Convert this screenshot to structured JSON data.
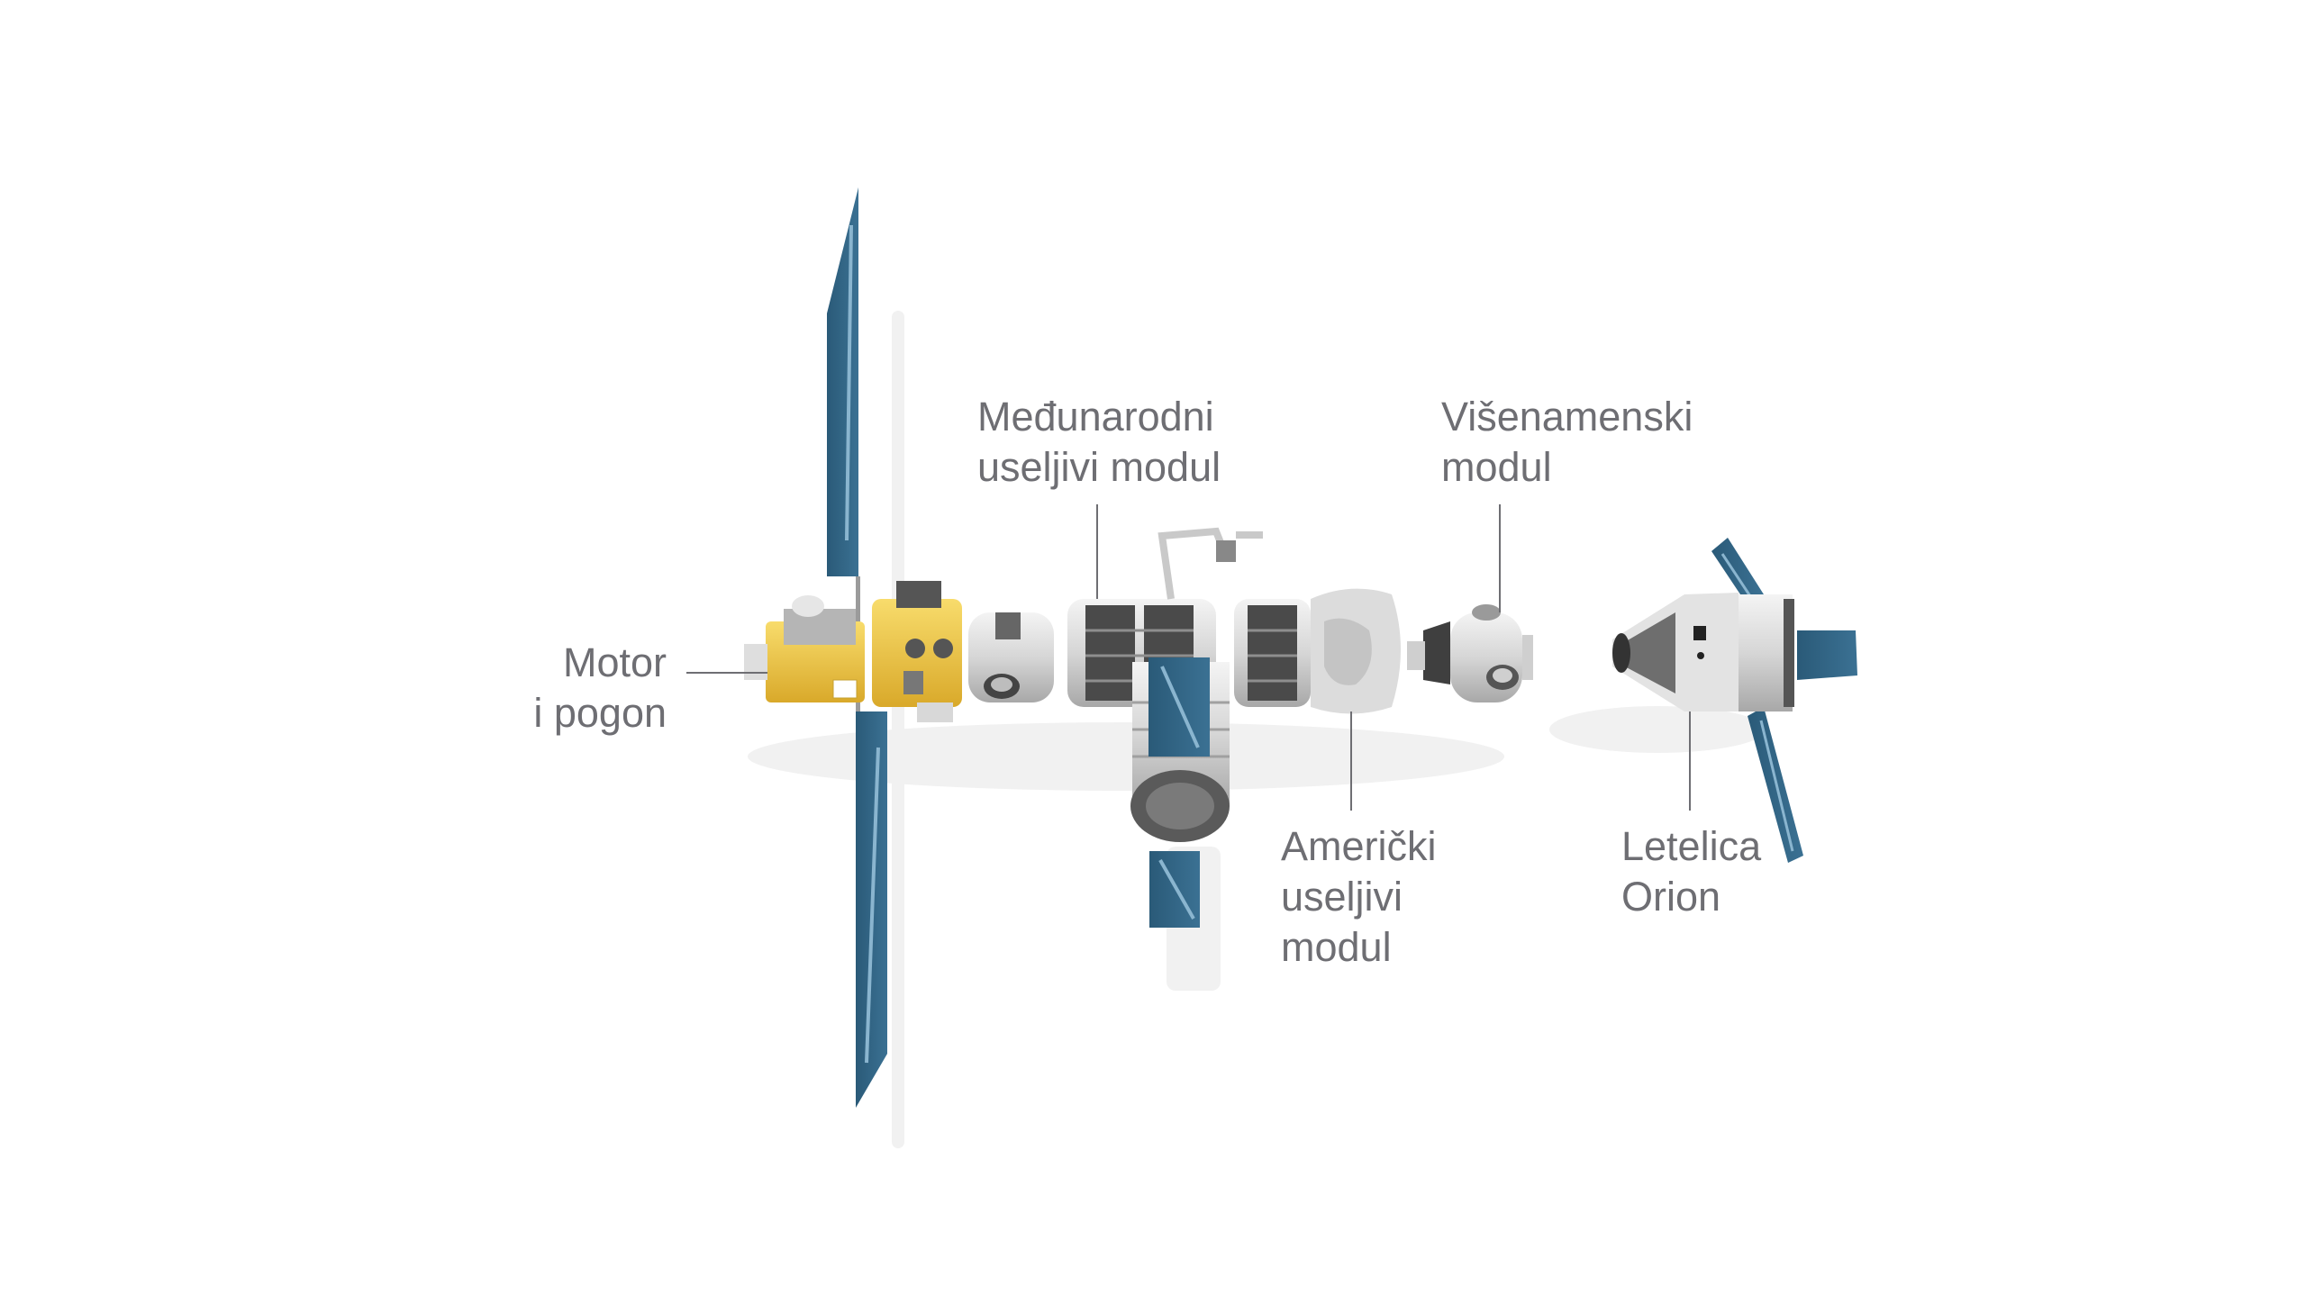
{
  "labels": {
    "propulsion": {
      "line1": "Motor",
      "line2": "i pogon"
    },
    "international_hab": {
      "line1": "Međunarodni",
      "line2": "useljivi modul"
    },
    "multipurpose": {
      "line1": "Višenamenski",
      "line2": "modul"
    },
    "us_hab": {
      "line1": "Američki",
      "line2": "useljivi",
      "line3": "modul"
    },
    "orion": {
      "line1": "Letelica",
      "line2": "Orion"
    }
  },
  "colors": {
    "solar_panel": "#2e5f7e",
    "propulsion_body": "#f2c94c",
    "module_body": "#d8d8d8",
    "dark_band": "#4a4a4a",
    "label_text": "#6e6e73",
    "leader_line": "#6e6e73",
    "shadow": "#f0f0f0"
  }
}
